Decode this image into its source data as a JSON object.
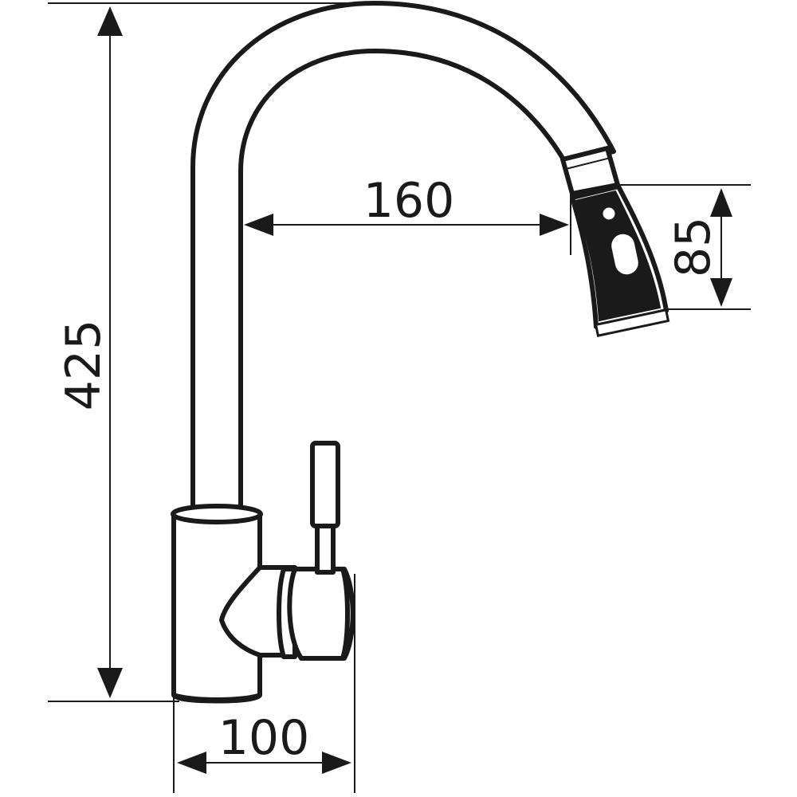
{
  "dimensions": {
    "height_total": "425",
    "spout_reach": "160",
    "head_height": "85",
    "base_width": "100"
  },
  "colors": {
    "stroke": "#1a1a1a",
    "background": "#ffffff"
  }
}
